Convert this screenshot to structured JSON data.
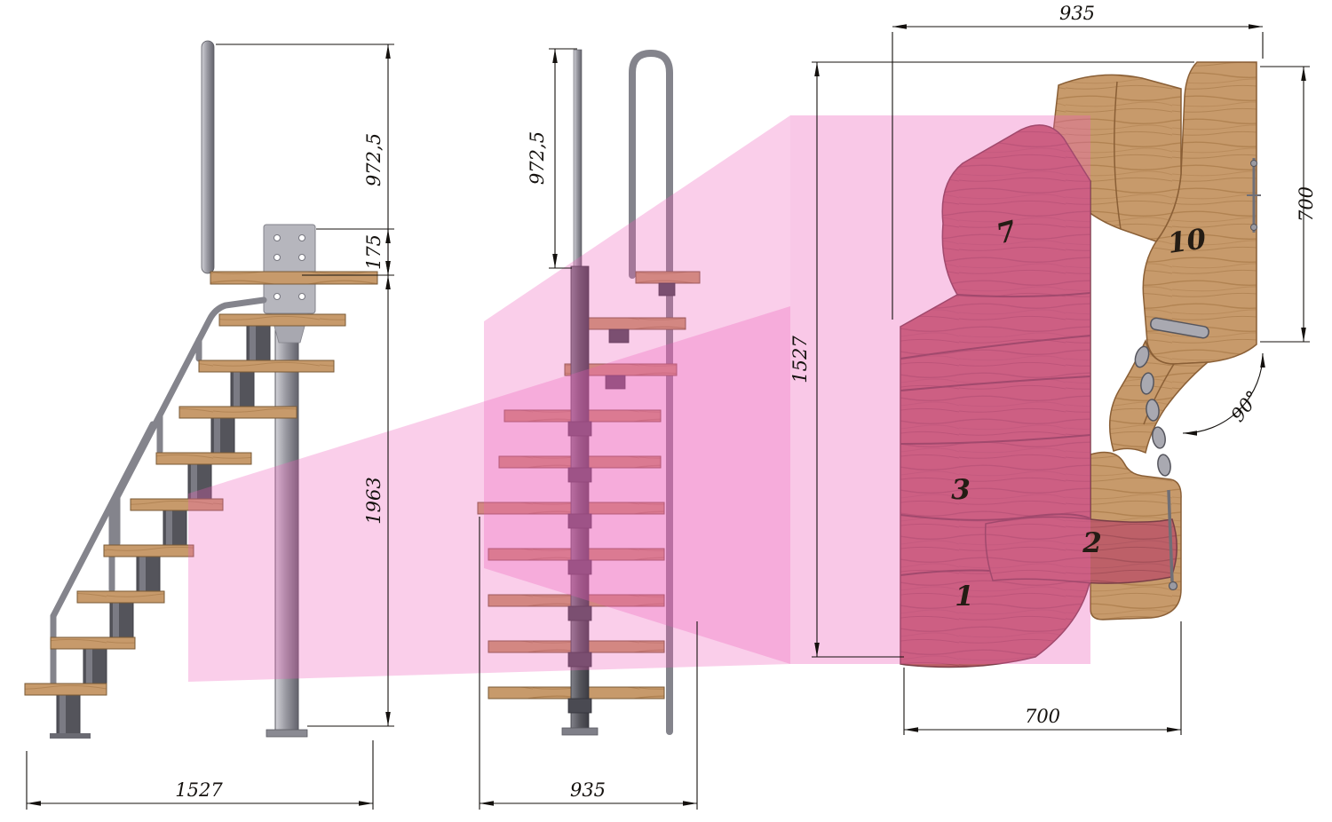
{
  "drawing": {
    "side_view": {
      "dim_width": "1527",
      "dim_upper_height": "972,5",
      "dim_platform": "175",
      "dim_total_height": "1963"
    },
    "front_view": {
      "dim_upper_height": "972,5",
      "dim_width": "935"
    },
    "plan_view": {
      "dim_width_top": "935",
      "dim_depth_right": "700",
      "dim_length_left": "1527",
      "dim_width_bottom": "700",
      "dim_angle": "90°",
      "steps": {
        "s1": "1",
        "s2": "2",
        "s3": "3",
        "s7": "7",
        "s10": "10"
      }
    },
    "colors": {
      "overlay_pink": "#ee5eb8",
      "wood_tan": "#c79a6b",
      "wood_red": "#bd6068",
      "metal": "#8d8d95"
    }
  }
}
